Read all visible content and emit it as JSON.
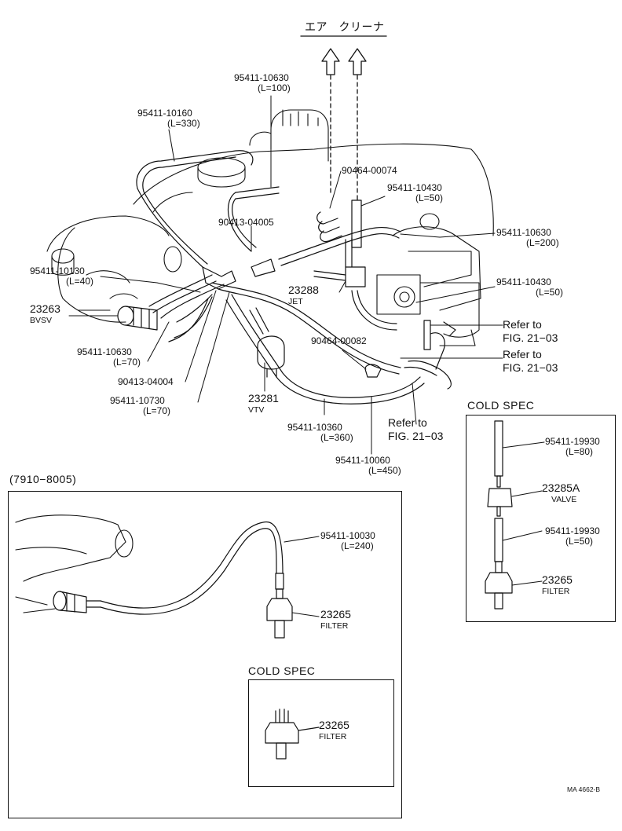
{
  "header": {
    "jp_title": "エア　クリーナ"
  },
  "parts": {
    "p_10630_a": {
      "num": "95411-10630",
      "len": "(L=100)"
    },
    "p_10160": {
      "num": "95411-10160",
      "len": "(L=330)"
    },
    "p_00074": {
      "num": "90464-00074"
    },
    "p_10430_a": {
      "num": "95411-10430",
      "len": "(L=50)"
    },
    "p_04005": {
      "num": "90413-04005"
    },
    "p_10630_b": {
      "num": "95411-10630",
      "len": "(L=200)"
    },
    "p_10130": {
      "num": "95411-10130",
      "len": "(L=40)"
    },
    "p_23288": {
      "num": "23288",
      "name": "JET"
    },
    "p_10430_b": {
      "num": "95411-10430",
      "len": "(L=50)"
    },
    "p_23263": {
      "num": "23263",
      "name": "BVSV"
    },
    "p_00082": {
      "num": "90464-00082"
    },
    "p_10630_c": {
      "num": "95411-10630",
      "len": "(L=70)"
    },
    "p_04004": {
      "num": "90413-04004"
    },
    "p_10730": {
      "num": "95411-10730",
      "len": "(L=70)"
    },
    "p_23281": {
      "num": "23281",
      "name": "VTV"
    },
    "p_10360": {
      "num": "95411-10360",
      "len": "(L=360)"
    },
    "p_10060": {
      "num": "95411-10060",
      "len": "(L=450)"
    }
  },
  "refs": {
    "ref1": {
      "line1": "Refer to",
      "line2": "FIG. 21−03"
    },
    "ref2": {
      "line1": "Refer to",
      "line2": "FIG. 21−03"
    },
    "ref3": {
      "line1": "Refer to",
      "line2": "FIG. 21−03"
    }
  },
  "cold_spec_right": {
    "title": "COLD  SPEC",
    "hose1": {
      "num": "95411-19930",
      "len": "(L=80)"
    },
    "valve": {
      "num": "23285A",
      "name": "VALVE"
    },
    "hose2": {
      "num": "95411-19930",
      "len": "(L=50)"
    },
    "filter": {
      "num": "23265",
      "name": "FILTER"
    }
  },
  "variant": {
    "title": "(7910−8005)",
    "hose": {
      "num": "95411-10030",
      "len": "(L=240)"
    },
    "filter": {
      "num": "23265",
      "name": "FILTER"
    },
    "cold_spec": {
      "title": "COLD  SPEC",
      "filter": {
        "num": "23265",
        "name": "FILTER"
      }
    }
  },
  "footer": {
    "code": "MA  4662-B"
  }
}
